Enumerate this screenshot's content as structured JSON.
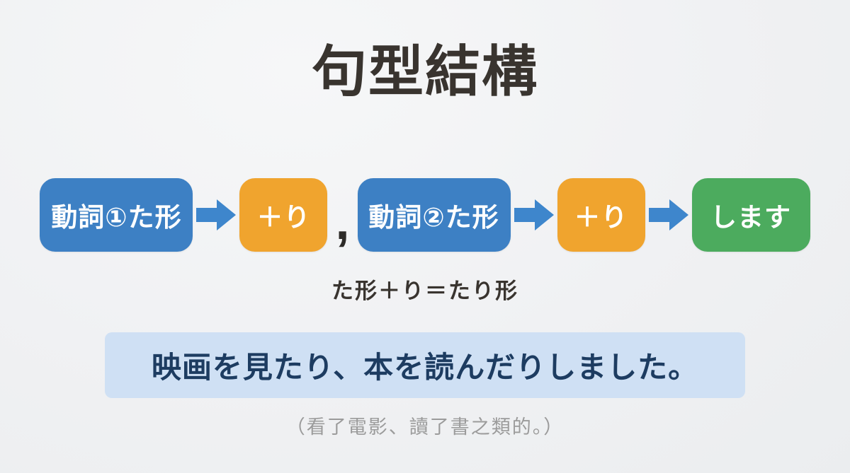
{
  "title": "句型結構",
  "flow": {
    "verb1_label": "動詞①た形",
    "suffix1_label": "＋り",
    "separator": ",",
    "verb2_label": "動詞②た形",
    "suffix2_label": "＋り",
    "result_label": "します"
  },
  "formula": "た形＋り＝たり形",
  "example": {
    "sentence": "映画を見たり、本を読んだりしました。",
    "translation": "（看了電影、讀了書之類的。）"
  },
  "colors": {
    "verb_box_blue": "#3d80c4",
    "suffix_box_orange": "#f0a42e",
    "result_box_green": "#4cab5e",
    "arrow_blue": "#3e86cc",
    "sentence_box_bg": "#cfe0f4",
    "sentence_text": "#1d3c61",
    "dark_text": "#39342f",
    "muted_text": "#9b9b9b",
    "background": "#f0f1f3"
  }
}
